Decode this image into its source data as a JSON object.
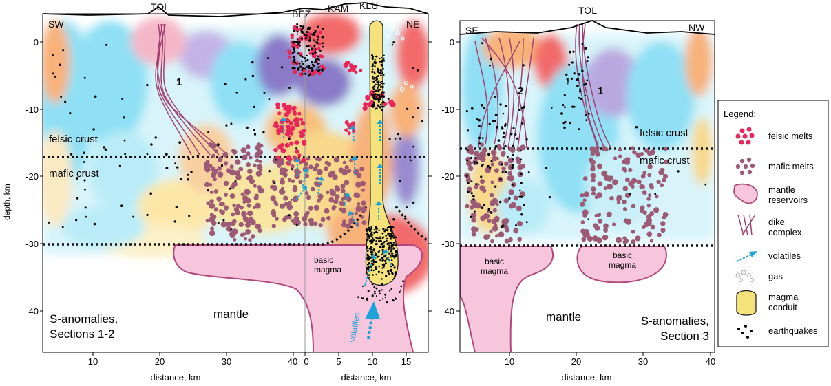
{
  "panel_left": {
    "stations": [
      "TOL",
      "BEZ",
      "KAM",
      "KLU"
    ],
    "dir_left": "SW",
    "dir_right": "NE",
    "y_axis_label": "depth, km",
    "y_ticks": [
      "0",
      "-10",
      "-20",
      "-30",
      "-40"
    ],
    "x_ticks_a": [
      "10",
      "20",
      "30",
      "40"
    ],
    "x_ticks_b": [
      "0",
      "5",
      "10",
      "15"
    ],
    "x_label_a": "distance, km",
    "x_label_b": "distance, km",
    "dike_label": "1",
    "felsic_crust": "felsic crust",
    "mafic_crust": "mafic crust",
    "basic_magma_line1": "basic",
    "basic_magma_line2": "magma",
    "mantle": "mantle",
    "volatiles": "volatiles",
    "caption_line1": "S-anomalies,",
    "caption_line2": "Sections 1-2"
  },
  "panel_right": {
    "station": "TOL",
    "dir_left": "SE",
    "dir_right": "NW",
    "y_ticks": [
      "0",
      "-10",
      "-20",
      "-30",
      "-40"
    ],
    "x_ticks": [
      "10",
      "20",
      "30",
      "40"
    ],
    "x_label": "distance, km",
    "dike_label_2": "2",
    "dike_label_1": "1",
    "felsic_crust": "felsic crust",
    "mafic_crust": "mafic crust",
    "basic_magma_line1": "basic",
    "basic_magma_line2": "magma",
    "mantle": "mantle",
    "caption_line1": "S-anomalies,",
    "caption_line2": "Section 3"
  },
  "legend": {
    "title": "Legend:",
    "items": [
      {
        "lines": [
          "felsic melts"
        ],
        "icon": "felsic-melts-icon",
        "color": "#e8265a"
      },
      {
        "lines": [
          "mafic melts"
        ],
        "icon": "mafic-melts-icon",
        "color": "#9c5a74"
      },
      {
        "lines": [
          "mantle",
          "reservoirs"
        ],
        "icon": "mantle-reservoirs-icon",
        "color": "#f7c6dc"
      },
      {
        "lines": [
          "dike",
          "complex"
        ],
        "icon": "dike-complex-icon",
        "color": "#a04070"
      },
      {
        "lines": [
          "volatiles"
        ],
        "icon": "volatiles-icon",
        "color": "#1aa3d9"
      },
      {
        "lines": [
          "gas"
        ],
        "icon": "gas-icon",
        "color": "#aaaaaa"
      },
      {
        "lines": [
          "magma",
          "conduit"
        ],
        "icon": "magma-conduit-icon",
        "color": "#f5e27a"
      },
      {
        "lines": [
          "earthquakes"
        ],
        "icon": "earthquakes-icon",
        "color": "#000000"
      }
    ]
  },
  "colors": {
    "felsic": "#e8265a",
    "mafic": "#9c5a74",
    "mantle_fill": "#f7c6dc",
    "mantle_stroke": "#b0487e",
    "dike": "#a04070",
    "volatiles": "#1aa3d9",
    "conduit": "#f5e27a",
    "anomaly_blue": "#8fe0f5",
    "anomaly_purple": "#a89ad8",
    "anomaly_orange": "#f8b27a",
    "anomaly_red": "#f26a6a",
    "anomaly_yellow": "#f8e6a0"
  }
}
